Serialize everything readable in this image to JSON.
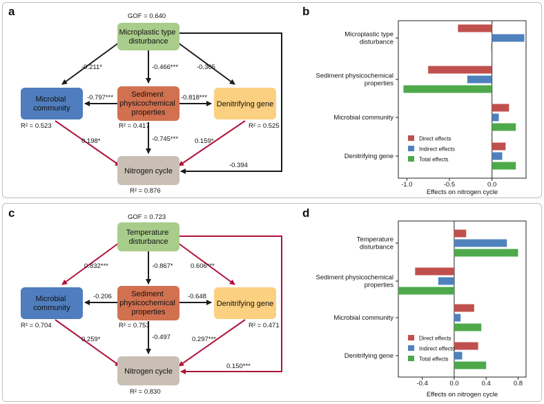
{
  "colors": {
    "disturbance": "#a8cd8a",
    "microbial": "#4f7dbd",
    "sediment": "#d2714f",
    "gene": "#fbd081",
    "nitrogen": "#c9bfb5",
    "black_arrow": "#1a1a1a",
    "red_arrow": "#b0123b",
    "direct": "#c0504d",
    "indirect": "#4f81bd",
    "total": "#4ea94b"
  },
  "panel_a": {
    "letter": "a",
    "gof": "GOF =  0.640",
    "nodes": {
      "top": [
        "Microplastic type",
        "disturbance"
      ],
      "microbial": [
        "Microbial",
        "community"
      ],
      "sediment": [
        "Sediment",
        "physicochemical",
        "properties"
      ],
      "gene": [
        "Denitrifying gene"
      ],
      "nitrogen": [
        "Nitrogen cycle"
      ]
    },
    "r2": {
      "microbial": "R² =  0.523",
      "sediment": "R² =  0.417",
      "gene": "R² =  0.525",
      "nitrogen": "R² =  0.876"
    },
    "paths": {
      "top_microbial": "-0.211*",
      "top_sediment": "-0.466***",
      "top_gene": "-0.365",
      "sediment_microbial": "-0.797***",
      "sediment_gene": "-0.818***",
      "microbial_nitrogen": "0.198*",
      "sediment_nitrogen": "-0.745***",
      "gene_nitrogen": "0.159*",
      "top_nitrogen": "-0.394"
    }
  },
  "panel_c": {
    "letter": "c",
    "gof": "GOF =  0.723",
    "nodes": {
      "top": [
        "Temperature",
        "disturbance"
      ],
      "microbial": [
        "Microbial",
        "community"
      ],
      "sediment": [
        "Sediment",
        "physicochemical",
        "properties"
      ],
      "gene": [
        "Denitrifying gene"
      ],
      "nitrogen": [
        "Nitrogen cycle"
      ]
    },
    "r2": {
      "microbial": "R² =  0.704",
      "sediment": "R² =  0.753",
      "gene": "R² =  0.471",
      "nitrogen": "R² =  0.830"
    },
    "paths": {
      "top_microbial": "0.832***",
      "top_sediment": "-0.867*",
      "top_gene": "0.606***",
      "sediment_microbial": "-0.206",
      "sediment_gene": "-0.648",
      "microbial_nitrogen": "0.259*",
      "sediment_nitrogen": "-0.497",
      "gene_nitrogen": "0.297***",
      "top_nitrogen": "0.150***"
    }
  },
  "chart_data": [
    {
      "panel": "b",
      "type": "bar",
      "orientation": "horizontal",
      "categories": [
        [
          "Microplastic type",
          "disturbance"
        ],
        [
          "Sediment physicochemical",
          "properties"
        ],
        [
          "Microbial community"
        ],
        [
          "Denitrifying gene"
        ]
      ],
      "series": [
        {
          "name": "Direct effects",
          "values": [
            -0.4,
            -0.75,
            0.2,
            0.16
          ]
        },
        {
          "name": "Indirect effects",
          "values": [
            0.38,
            -0.29,
            0.08,
            0.12
          ]
        },
        {
          "name": "Total effects",
          "values": [
            -0.01,
            -1.04,
            0.28,
            0.28
          ]
        }
      ],
      "xlabel": "Effects on nitrogen cycle",
      "xlim": [
        -1.1,
        0.4
      ],
      "xticks": [
        -1.0,
        -0.5,
        0.0
      ],
      "xtick_labels": [
        "-1.0",
        "-0.5",
        "0.0"
      ],
      "legend": "lower-left"
    },
    {
      "panel": "d",
      "type": "bar",
      "orientation": "horizontal",
      "categories": [
        [
          "Temperature",
          "disturbance"
        ],
        [
          "Sediment physicochemical",
          "properties"
        ],
        [
          "Microbial community"
        ],
        [
          "Denitrifying gene"
        ]
      ],
      "series": [
        {
          "name": "Direct effects",
          "values": [
            0.15,
            -0.49,
            0.25,
            0.3
          ]
        },
        {
          "name": "Indirect effects",
          "values": [
            0.66,
            -0.2,
            0.08,
            0.1
          ]
        },
        {
          "name": "Total effects",
          "values": [
            0.8,
            -0.7,
            0.34,
            0.4
          ]
        }
      ],
      "xlabel": "Effects on nitrogen cycle",
      "xlim": [
        -0.7,
        0.9
      ],
      "xticks": [
        -0.4,
        0.0,
        0.4,
        0.8
      ],
      "xtick_labels": [
        "-0.4",
        "0.0",
        "0.4",
        "0.8"
      ],
      "legend": "lower-left"
    }
  ]
}
